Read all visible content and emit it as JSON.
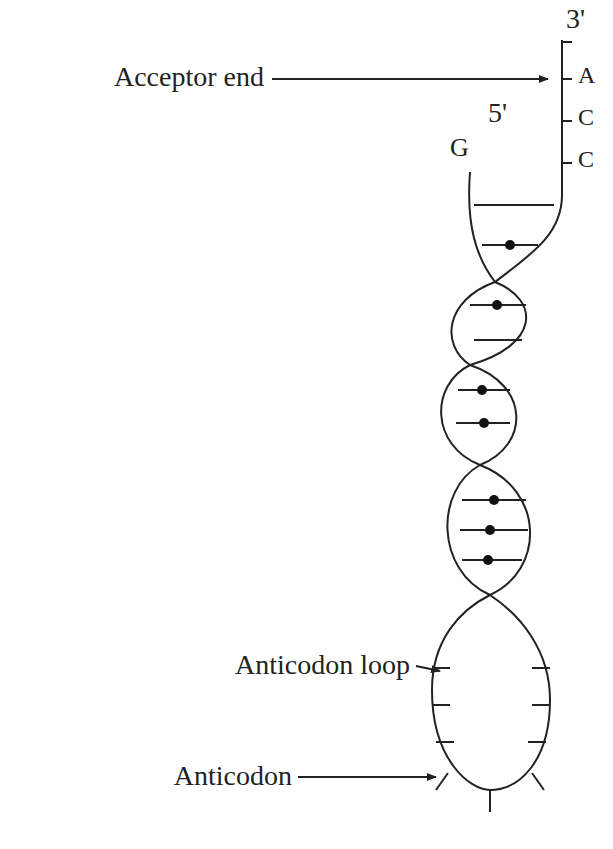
{
  "diagram": {
    "labels": [
      "3'",
      "Acceptor end",
      "A",
      "5'",
      "C",
      "G",
      "C",
      "Anticodon loop",
      "Anticodon"
    ]
  }
}
